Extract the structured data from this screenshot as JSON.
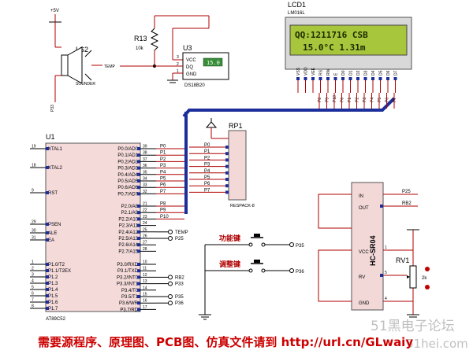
{
  "power": {
    "label": "+5V"
  },
  "resistor_r13": {
    "ref": "R13",
    "value": "10k"
  },
  "buzzer": {
    "ref": "LS2",
    "type": "SOUNDER",
    "pin": "P33",
    "temp_label": "TEMP"
  },
  "sensor": {
    "ref": "U3",
    "part": "DS18B20",
    "pins": [
      "VCC",
      "DQ",
      "GND"
    ],
    "pin_numbers": [
      "3",
      "2",
      "1"
    ],
    "display": "15.0"
  },
  "lcd": {
    "ref": "LCD1",
    "part": "LM016L",
    "line1": "QQ:1211716 CSB",
    "line2": "15.0°C   1.31m",
    "pins": [
      "VSS",
      "VDD",
      "VEE",
      "RS",
      "RW",
      "E",
      "D0",
      "D1",
      "D2",
      "D3",
      "D4",
      "D5",
      "D6",
      "D7"
    ],
    "bus_labels": [
      "P8",
      "P9",
      "P10",
      "P0",
      "P1",
      "P2",
      "P3",
      "P4",
      "P5",
      "P6",
      "P7"
    ]
  },
  "rp1": {
    "ref": "RP1",
    "part": "RESPACK-8",
    "labels": [
      "P0",
      "P1",
      "P2",
      "P3",
      "P4",
      "P5",
      "P6",
      "P7"
    ]
  },
  "mcu": {
    "ref": "U1",
    "part": "AT89C52",
    "left_pins": [
      {
        "num": "19",
        "name": "XTAL1"
      },
      {
        "num": "18",
        "name": "XTAL2"
      },
      {
        "num": "9",
        "name": "RST"
      },
      {
        "num": "29",
        "name": "PSEN"
      },
      {
        "num": "30",
        "name": "ALE"
      },
      {
        "num": "31",
        "name": "EA"
      },
      {
        "num": "1",
        "name": "P1.0/T2"
      },
      {
        "num": "2",
        "name": "P1.1/T2EX"
      },
      {
        "num": "3",
        "name": "P1.2"
      },
      {
        "num": "4",
        "name": "P1.3"
      },
      {
        "num": "5",
        "name": "P1.4"
      },
      {
        "num": "6",
        "name": "P1.5"
      },
      {
        "num": "7",
        "name": "P1.6"
      },
      {
        "num": "8",
        "name": "P1.7"
      }
    ],
    "p0_pins": [
      {
        "num": "39",
        "name": "P0.0/AD0",
        "net": "P0"
      },
      {
        "num": "38",
        "name": "P0.1/AD1",
        "net": "P1"
      },
      {
        "num": "37",
        "name": "P0.2/AD2",
        "net": "P2"
      },
      {
        "num": "36",
        "name": "P0.3/AD3",
        "net": "P3"
      },
      {
        "num": "35",
        "name": "P0.4/AD4",
        "net": "P4"
      },
      {
        "num": "34",
        "name": "P0.5/AD5",
        "net": "P5"
      },
      {
        "num": "33",
        "name": "P0.6/AD6",
        "net": "P6"
      },
      {
        "num": "32",
        "name": "P0.7/AD7",
        "net": "P7"
      }
    ],
    "p2_pins": [
      {
        "num": "21",
        "name": "P2.0/A8",
        "net": "P8"
      },
      {
        "num": "22",
        "name": "P2.1/A9",
        "net": "P9"
      },
      {
        "num": "23",
        "name": "P2.2/A10",
        "net": "P10"
      },
      {
        "num": "24",
        "name": "P2.3/A11",
        "net": ""
      },
      {
        "num": "25",
        "name": "P2.4/A12",
        "net": "TEMP"
      },
      {
        "num": "26",
        "name": "P2.5/A13",
        "net": "P25"
      },
      {
        "num": "27",
        "name": "P2.6/A14",
        "net": ""
      },
      {
        "num": "28",
        "name": "P2.7/A15",
        "net": ""
      }
    ],
    "p3_pins": [
      {
        "num": "10",
        "name": "P3.0/RXD",
        "net": ""
      },
      {
        "num": "11",
        "name": "P3.1/TXD",
        "net": ""
      },
      {
        "num": "12",
        "name": "P3.2/INT0",
        "net": "RB2"
      },
      {
        "num": "13",
        "name": "P3.3/INT1",
        "net": "P33"
      },
      {
        "num": "14",
        "name": "P3.4/T0",
        "net": ""
      },
      {
        "num": "15",
        "name": "P3.5/T1",
        "net": "P35"
      },
      {
        "num": "16",
        "name": "P3.6/WR",
        "net": "P36"
      },
      {
        "num": "17",
        "name": "P3.7/RD",
        "net": ""
      }
    ]
  },
  "buttons": {
    "func_label": "功能键",
    "func_net": "P35",
    "adj_label": "调整键",
    "adj_net": "P36"
  },
  "hc": {
    "part": "HC-SR04",
    "pins": [
      "IN",
      "OUT",
      "VCC",
      "RV",
      "GND"
    ],
    "pin_numbers": [
      "1",
      "5",
      "4"
    ],
    "in_net": "P25",
    "out_net": "RB2"
  },
  "rv1": {
    "ref": "RV1",
    "value": "2k"
  },
  "footer": {
    "text": "需要源程序、原理图、PCB图、仿真文件请到 http://url.cn/GLwaiy"
  },
  "watermark": {
    "cn": "51黑电子论坛",
    "site": "51hei.com"
  }
}
